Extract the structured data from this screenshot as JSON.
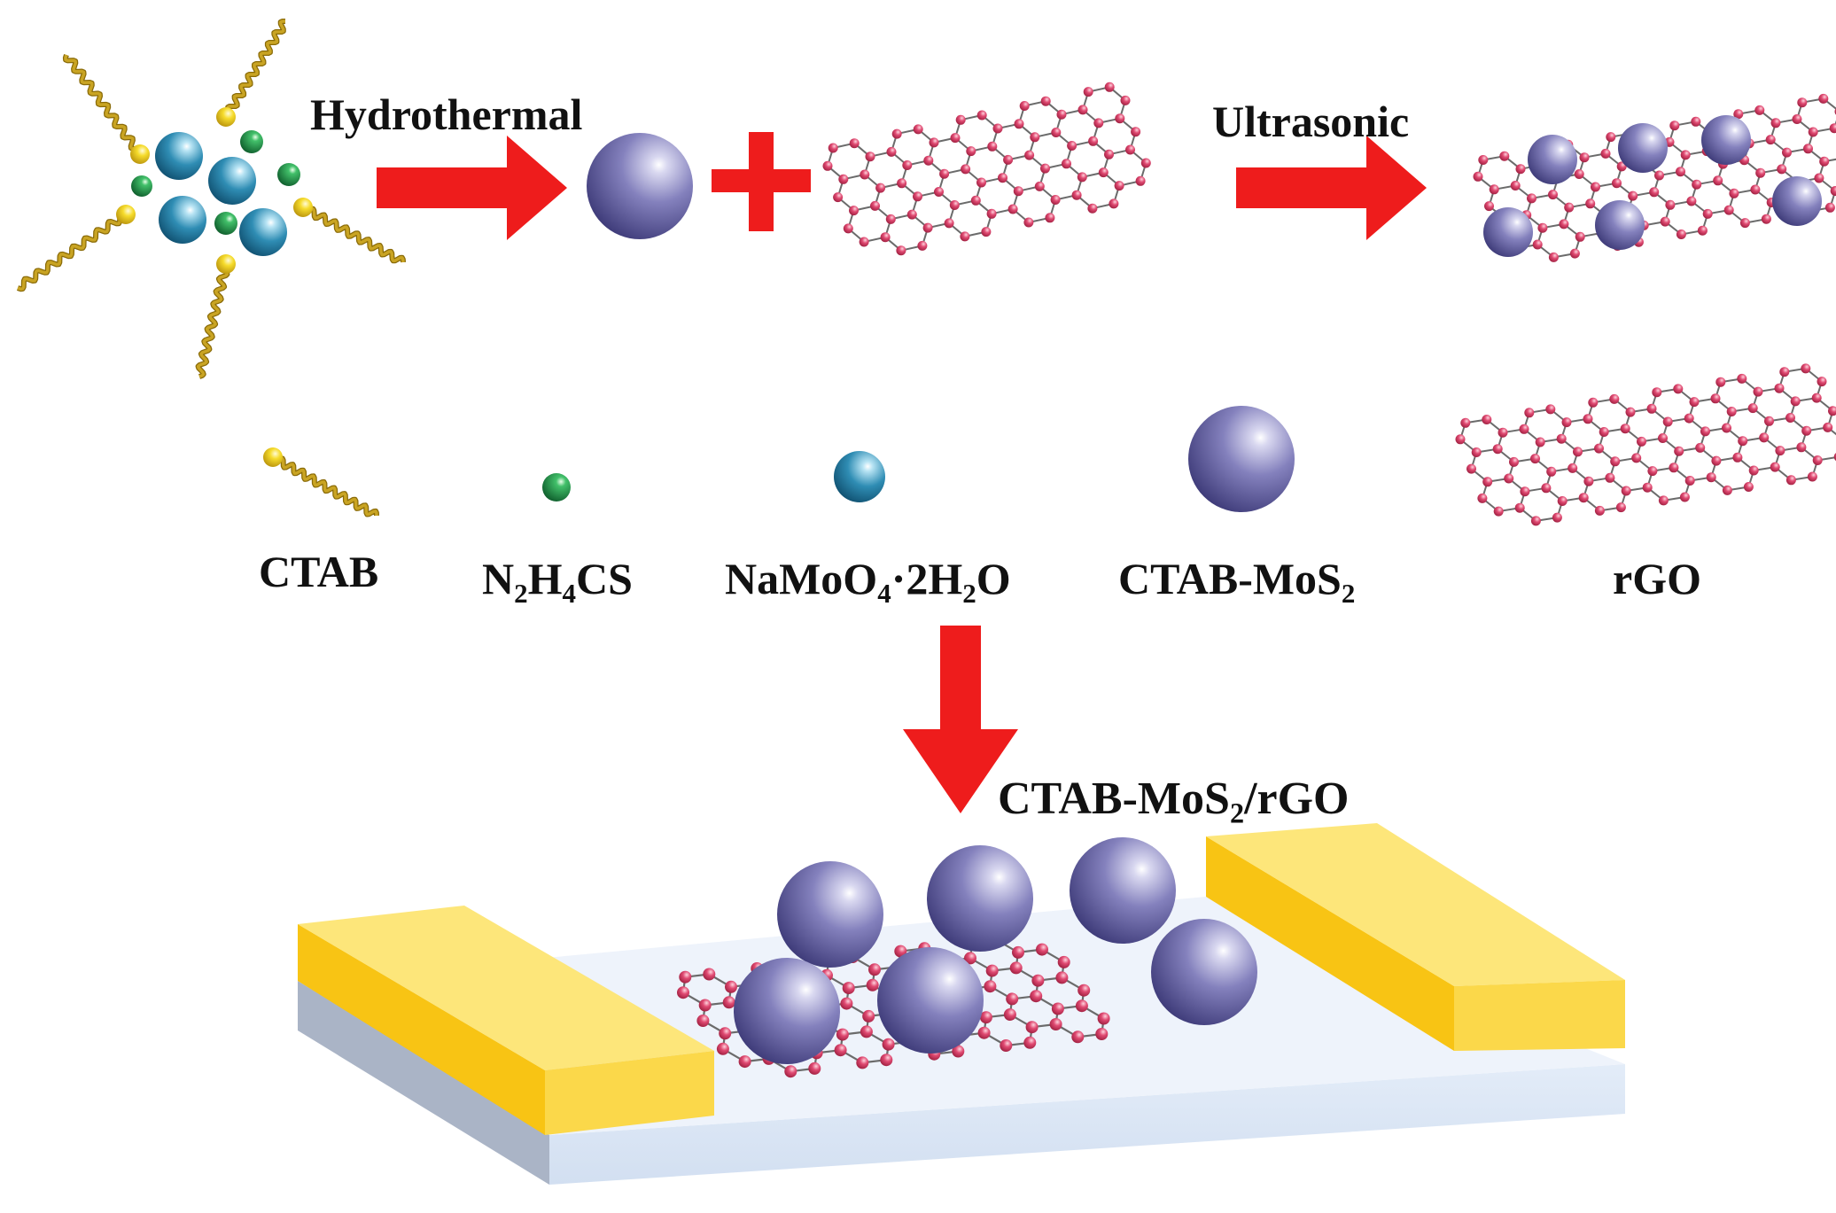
{
  "steps": {
    "hydrothermal": "Hydrothermal",
    "ultrasonic": "Ultrasonic"
  },
  "legend": {
    "ctab": "CTAB",
    "thiourea": [
      "N",
      "2",
      "H",
      "4",
      "CS"
    ],
    "molybdate": [
      "NaMoO",
      "4",
      "·2H",
      "2",
      "O"
    ],
    "ctab_mos2": [
      "CTAB-MoS",
      "2"
    ],
    "rgo": "rGO"
  },
  "product": [
    "CTAB-MoS",
    "2",
    "/rGO"
  ],
  "colors": {
    "arrow": "#ee1c1c",
    "mos2_sphere": "#7b78b4",
    "mo_sphere": "#2f8db4",
    "s_sphere": "#1f9a4d",
    "ctab_head": "#f3d61e",
    "ctab_tail": "#c9a423",
    "graphene_node": "#d9426c",
    "graphene_bond": "#6b6b6b",
    "electrode": "#fcd43a",
    "substrate_top": "#eef3fb",
    "substrate_front": "#dbe6f5",
    "substrate_side": "#aab4c6"
  }
}
